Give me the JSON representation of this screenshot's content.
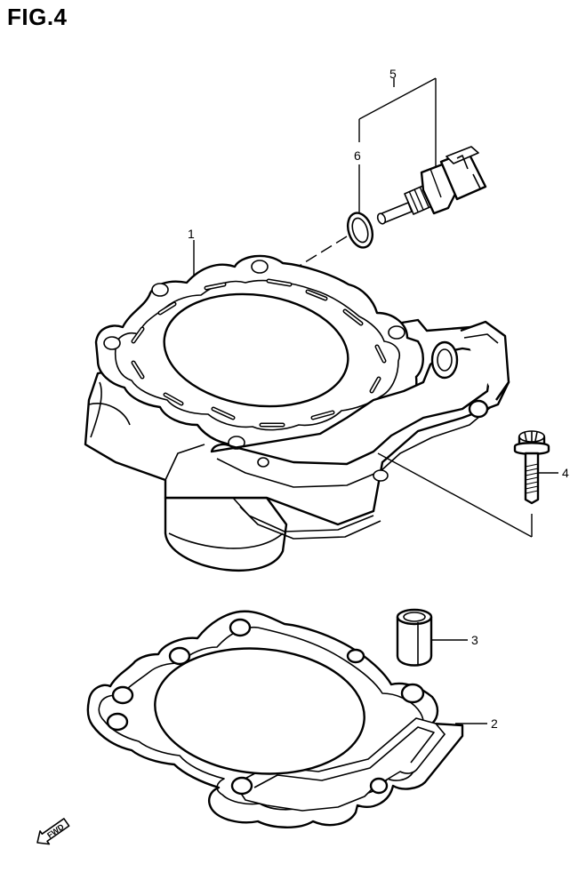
{
  "figure": {
    "title": "FIG.4"
  },
  "callouts": {
    "part_1": "1",
    "part_2": "2",
    "part_3": "3",
    "part_4": "4",
    "part_5": "5",
    "part_6": "6"
  },
  "fwd_arrow": {
    "label": "FWD"
  }
}
